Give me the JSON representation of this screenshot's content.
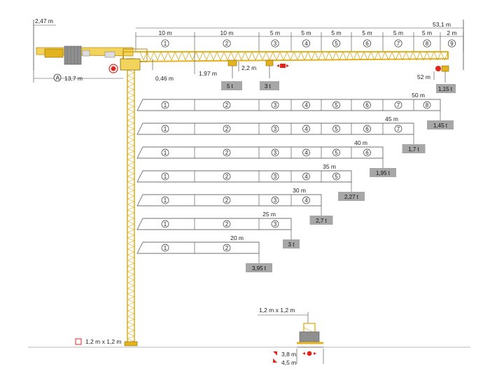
{
  "colors": {
    "crane": "#e3b21f",
    "crane_dark": "#b78a10",
    "ballast": "#8f8f8f",
    "load_box": "#a7a7a7",
    "accent": "#e1251b",
    "line": "#333333"
  },
  "dimensions": {
    "tip_height": "2,47 m",
    "counter_jib": "13,7 m",
    "counter_jib_marker": "A",
    "tower_top": "0,46 m",
    "jib_depth": "1,97 m",
    "hook_drop": "2,2 m",
    "total_length": "53,1 m",
    "tip_segment": "2 m",
    "end_hook_radius": "52 m",
    "mast_section": "1,2 m x 1,2 m",
    "base_section": "1,2 m x 1,2 m",
    "base_dim_a": "3,8 m",
    "base_dim_b": "4,5 m"
  },
  "jib_segments": [
    {
      "label": "10 m",
      "num": "1"
    },
    {
      "label": "10 m",
      "num": "2"
    },
    {
      "label": "5 m",
      "num": "3"
    },
    {
      "label": "5 m",
      "num": "4"
    },
    {
      "label": "5 m",
      "num": "5"
    },
    {
      "label": "5 m",
      "num": "6"
    },
    {
      "label": "5 m",
      "num": "7"
    },
    {
      "label": "5 m",
      "num": "8"
    },
    {
      "label": "2 m",
      "num": "9"
    }
  ],
  "top_loads": [
    {
      "value": "5 t"
    },
    {
      "value": "3 t"
    },
    {
      "value": "1,15 t"
    }
  ],
  "configurations": [
    {
      "jib": "50 m",
      "max_tip_load": "1,45 t",
      "segments": [
        "1",
        "2",
        "3",
        "4",
        "5",
        "6",
        "7",
        "8"
      ]
    },
    {
      "jib": "45 m",
      "max_tip_load": "1,7 t",
      "segments": [
        "1",
        "2",
        "3",
        "4",
        "5",
        "6",
        "7"
      ]
    },
    {
      "jib": "40 m",
      "max_tip_load": "1,95 t",
      "segments": [
        "1",
        "2",
        "3",
        "4",
        "5",
        "6"
      ]
    },
    {
      "jib": "35 m",
      "max_tip_load": "2,27 t",
      "segments": [
        "1",
        "2",
        "3",
        "4",
        "5"
      ]
    },
    {
      "jib": "30 m",
      "max_tip_load": "2,7 t",
      "segments": [
        "1",
        "2",
        "3",
        "4"
      ]
    },
    {
      "jib": "25 m",
      "max_tip_load": "3 t",
      "segments": [
        "1",
        "2",
        "3"
      ]
    },
    {
      "jib": "20 m",
      "max_tip_load": "3,95 t",
      "segments": [
        "1",
        "2"
      ]
    }
  ]
}
